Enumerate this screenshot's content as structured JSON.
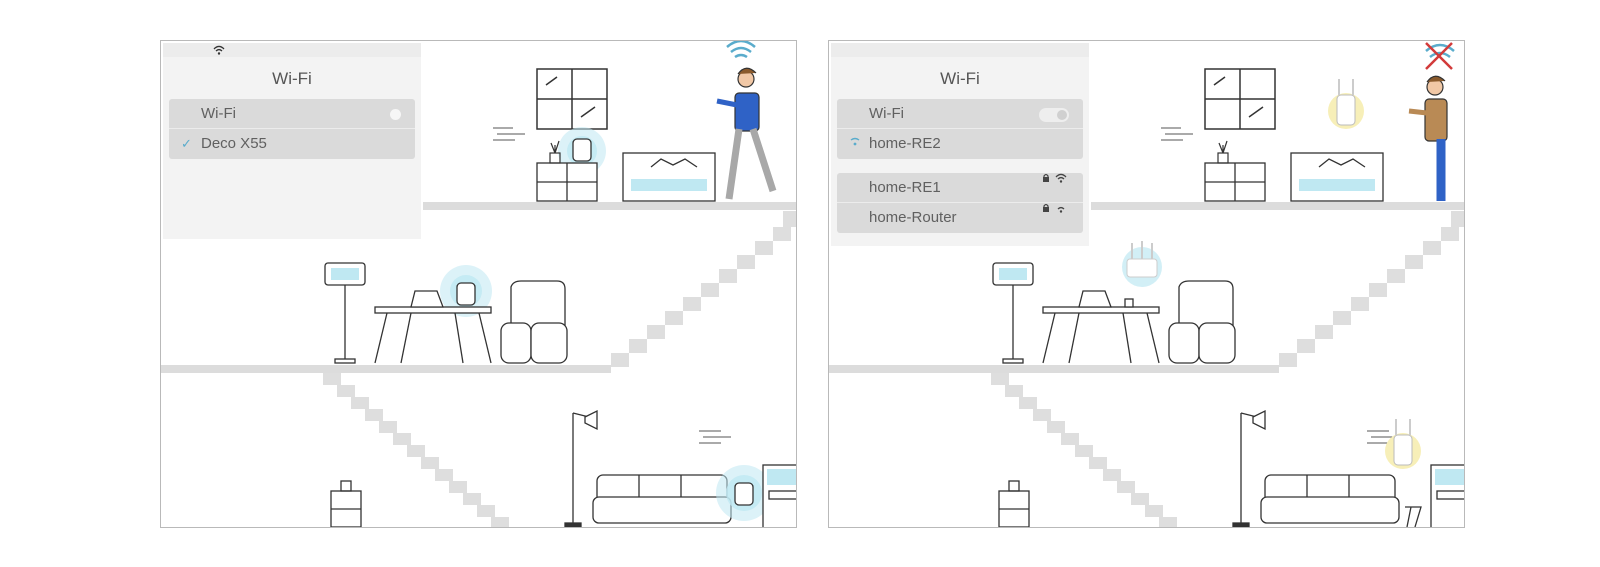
{
  "left_panel": {
    "title": "Wi-Fi",
    "rows": [
      {
        "label": "Wi-Fi"
      },
      {
        "label": "Deco X55",
        "mark": "✓"
      }
    ]
  },
  "right_panel": {
    "title": "Wi-Fi",
    "rows": [
      {
        "label": "Wi-Fi"
      },
      {
        "label": "home-RE2"
      }
    ],
    "other_networks": [
      {
        "label": "home-RE1"
      },
      {
        "label": "home-Router"
      }
    ]
  },
  "icons": {
    "wifi": "wifi-icon",
    "lock": "lock-icon",
    "check": "check-icon",
    "no_signal": "no-signal-icon"
  },
  "colors": {
    "accent_blue": "#5aaccc",
    "glow_blue": "#bfe8f2",
    "glow_yellow": "#f7efb8",
    "shirt_blue": "#2f62c6",
    "shirt_brown": "#b98a55",
    "cross_red": "#d23a3a",
    "floor_gray": "#dcdcdc"
  }
}
